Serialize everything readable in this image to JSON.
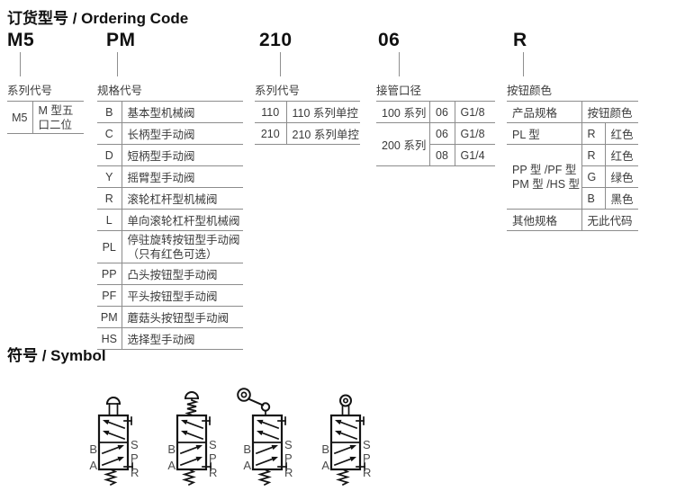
{
  "title": "订货型号 / Ordering Code",
  "symbols_title": "符号 / Symbol",
  "codes": {
    "series": {
      "code": "M5",
      "label": "系列代号"
    },
    "spec": {
      "code": "PM",
      "label": "规格代号"
    },
    "series2": {
      "code": "210",
      "label": "系列代号"
    },
    "port": {
      "code": "06",
      "label": "接管口径"
    },
    "color": {
      "code": "R",
      "label": "按钮颜色"
    }
  },
  "series_table": {
    "code": "M5",
    "desc_line1": "M 型五",
    "desc_line2": "口二位"
  },
  "spec_table": {
    "rows": [
      {
        "code": "B",
        "desc": "基本型机械阀"
      },
      {
        "code": "C",
        "desc": "长柄型手动阀"
      },
      {
        "code": "D",
        "desc": "短柄型手动阀"
      },
      {
        "code": "Y",
        "desc": "摇臂型手动阀"
      },
      {
        "code": "R",
        "desc": "滚轮杠杆型机械阀"
      },
      {
        "code": "L",
        "desc": "单向滚轮杠杆型机械阀"
      },
      {
        "code": "PL",
        "desc": "停驻旋转按钮型手动阀",
        "desc2": "（只有红色可选）"
      },
      {
        "code": "PP",
        "desc": "凸头按钮型手动阀"
      },
      {
        "code": "PF",
        "desc": "平头按钮型手动阀"
      },
      {
        "code": "PM",
        "desc": "蘑菇头按钮型手动阀"
      },
      {
        "code": "HS",
        "desc": "选择型手动阀"
      }
    ]
  },
  "series2_table": {
    "rows": [
      {
        "code": "110",
        "desc": "110 系列单控"
      },
      {
        "code": "210",
        "desc": "210 系列单控"
      }
    ]
  },
  "port_table": {
    "row1": {
      "series": "100 系列",
      "code": "06",
      "size": "G1/8"
    },
    "row2": {
      "series": "200 系列",
      "code": "06",
      "size": "G1/8"
    },
    "row3": {
      "code": "08",
      "size": "G1/4"
    }
  },
  "color_table": {
    "header": {
      "spec": "产品规格",
      "color": "按钮颜色"
    },
    "row_pl": {
      "spec": "PL 型",
      "code": "R",
      "color": "红色"
    },
    "group": {
      "spec_line1": "PP 型 /PF 型",
      "spec_line2": "PM 型 /HS 型",
      "rows": [
        {
          "code": "R",
          "color": "红色"
        },
        {
          "code": "G",
          "color": "绿色"
        },
        {
          "code": "B",
          "color": "黑色"
        }
      ]
    },
    "row_other": {
      "spec": "其他规格",
      "value": "无此代码"
    }
  },
  "valves": [
    {
      "type": "plunger",
      "left": [
        "B",
        "A"
      ],
      "right": [
        "S",
        "P",
        "R"
      ]
    },
    {
      "type": "spring-plunger",
      "left": [
        "B",
        "A"
      ],
      "right": [
        "S",
        "P",
        "R"
      ]
    },
    {
      "type": "roller-lever",
      "left": [
        "B",
        "A"
      ],
      "right": [
        "S",
        "P",
        "R"
      ]
    },
    {
      "type": "roller-plunger",
      "left": [
        "B",
        "A"
      ],
      "right": [
        "S",
        "P",
        "R"
      ]
    }
  ]
}
